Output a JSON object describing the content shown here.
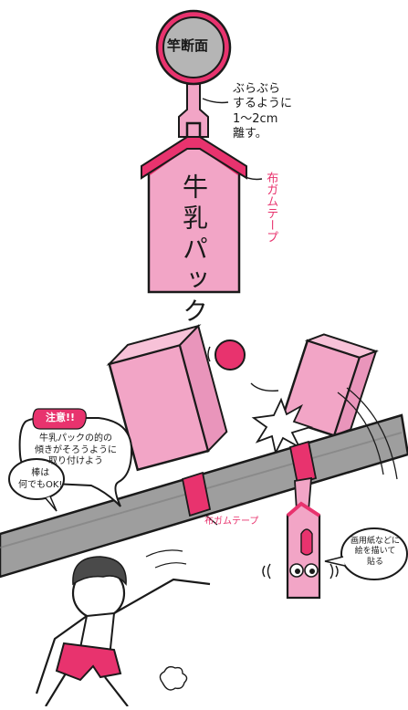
{
  "top_diagram": {
    "cross_section_label": "竿断面",
    "hang_note": "ぶらぶら\nするように\n1〜2cm\n離す。",
    "tape_label": "布ガムテープ",
    "carton_label": "牛乳パック"
  },
  "scene": {
    "caution_badge": "注意!!",
    "caution_text": "牛乳パックの的の\n傾きがそろうように\n取り付けよう",
    "pole_note": "棒は\n何でもOK!",
    "tape_label": "布ガムテープ",
    "drawing_note": "画用紙などに\n絵を描いて\n貼る"
  },
  "colors": {
    "pink": "#f2a5c6",
    "magenta": "#e8336e",
    "gray": "#9e9e9e",
    "outline": "#1a1a1a"
  }
}
